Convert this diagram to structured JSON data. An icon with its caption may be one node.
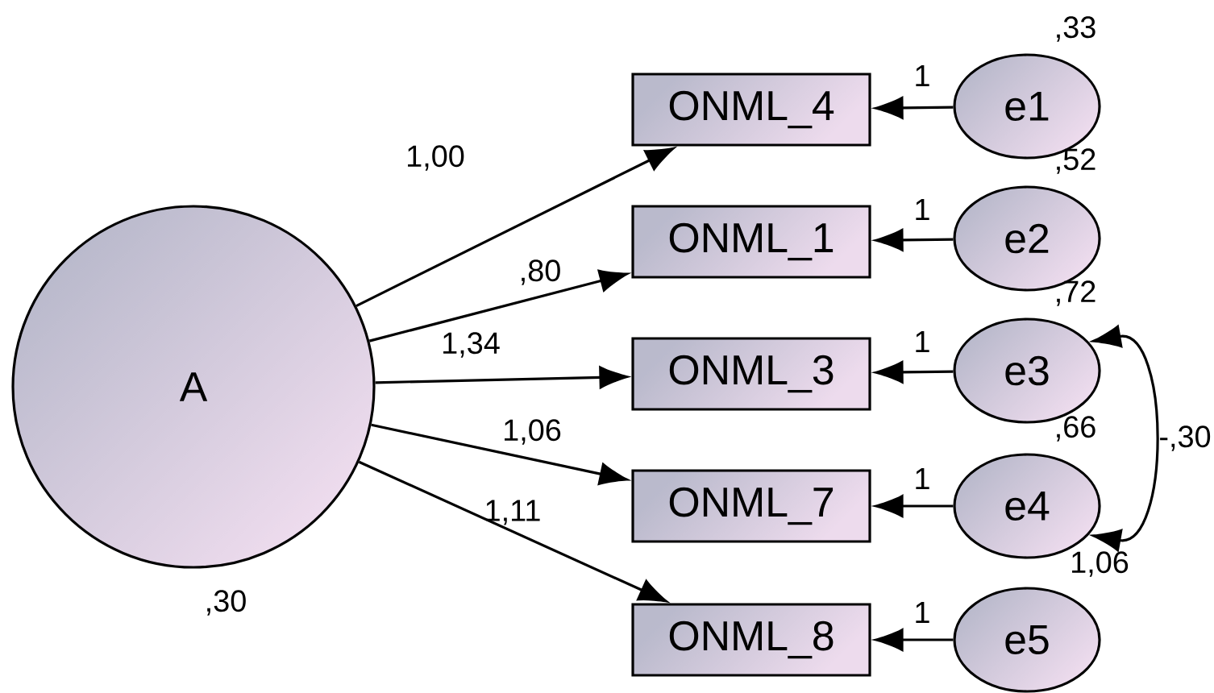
{
  "diagram": {
    "nodes": [
      {
        "text": [
          "A"
        ],
        "beside": [
          ",30"
        ]
      },
      {
        "text": [
          "ONML_4"
        ]
      },
      {
        "text": [
          "ONML_1"
        ]
      },
      {
        "text": [
          "ONML_3"
        ]
      },
      {
        "text": [
          "ONML_7"
        ]
      },
      {
        "text": [
          "ONML_8"
        ]
      },
      {
        "text": [
          "e1"
        ],
        "beside": [
          ",33"
        ]
      },
      {
        "text": [
          "e2"
        ],
        "beside": [
          ",52"
        ]
      },
      {
        "text": [
          "e3"
        ],
        "beside": [
          ",72"
        ]
      },
      {
        "text": [
          "e4"
        ],
        "beside": [
          ",66"
        ]
      },
      {
        "text": [
          "e5"
        ],
        "beside": [
          "1,06"
        ]
      }
    ],
    "edges": [
      {
        "from": 0,
        "to": 1,
        "arrow": "to",
        "label": "1,00"
      },
      {
        "from": 0,
        "to": 2,
        "arrow": "to",
        "label": ",80"
      },
      {
        "from": 0,
        "to": 3,
        "arrow": "to",
        "label": "1,34"
      },
      {
        "from": 0,
        "to": 4,
        "arrow": "to",
        "label": "1,06"
      },
      {
        "from": 0,
        "to": 5,
        "arrow": "to",
        "label": "1,11"
      },
      {
        "from": 6,
        "to": 1,
        "arrow": "to",
        "label": "1"
      },
      {
        "from": 7,
        "to": 2,
        "arrow": "to",
        "label": "1"
      },
      {
        "from": 8,
        "to": 3,
        "arrow": "to",
        "label": "1"
      },
      {
        "from": 9,
        "to": 4,
        "arrow": "to",
        "label": "1"
      },
      {
        "from": 10,
        "to": 5,
        "arrow": "to",
        "label": "1"
      },
      {
        "from": 8,
        "to": 9,
        "arrow": "both",
        "label": "-,30"
      }
    ]
  }
}
